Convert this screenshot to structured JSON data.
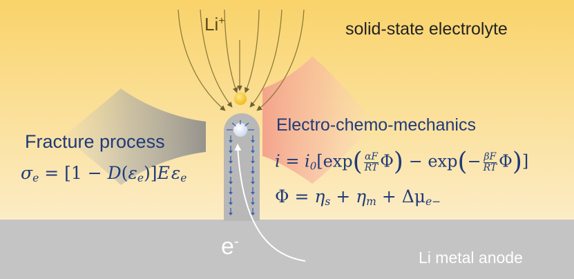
{
  "colors": {
    "electrolyte_top": "#f9d36a",
    "electrolyte_bottom": "#fdf3df",
    "anode": "#c4c4c4",
    "dendrite": "#b8b8b8",
    "text_navy": "#1f3a78",
    "text_dark": "#222222",
    "arrow_blue": "#3a62b0",
    "ion_yellow": "#f2b713",
    "field_line": "#8c7a3a"
  },
  "labels": {
    "electrolyte": "solid-state electrolyte",
    "anode": "Li metal anode",
    "li_ion_base": "Li",
    "li_ion_charge": "+",
    "electron_base": "e",
    "electron_charge": "-",
    "fracture_title": "Fracture process",
    "ecm_title": "Electro-chemo-mechanics"
  },
  "equations": {
    "fracture": "σe = [1 − D(εe)]Eεe",
    "current": "i = i0[exp(αF/RT Φ) − exp(−βF/RT Φ)]",
    "potential": "Φ = ηs + ηm + Δμe−"
  },
  "icons": {
    "ion": "li-ion-sphere-icon",
    "nucleus": "deposition-nucleus-icon",
    "flux": "ion-flux-arrow-icon",
    "compression": "compression-arrow-icon",
    "electron": "electron-path-arrow-icon"
  }
}
